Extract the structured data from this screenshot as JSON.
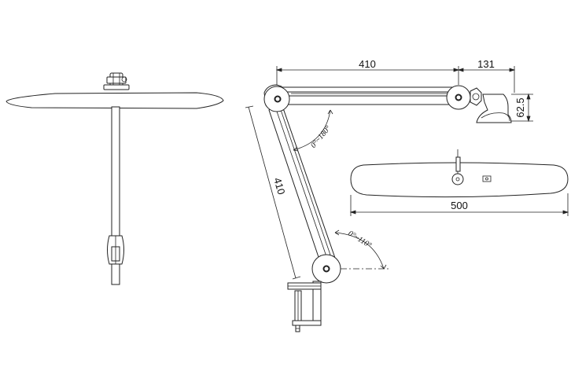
{
  "dimensions": {
    "arm_top_length": "410",
    "head_offset": "131",
    "head_height": "62.5",
    "lower_arm_length": "410",
    "shade_width": "500"
  },
  "angles": {
    "elbow_range": "0°~180°",
    "base_range": "0°~110°"
  },
  "colors": {
    "line": "#222222",
    "background": "#ffffff"
  }
}
